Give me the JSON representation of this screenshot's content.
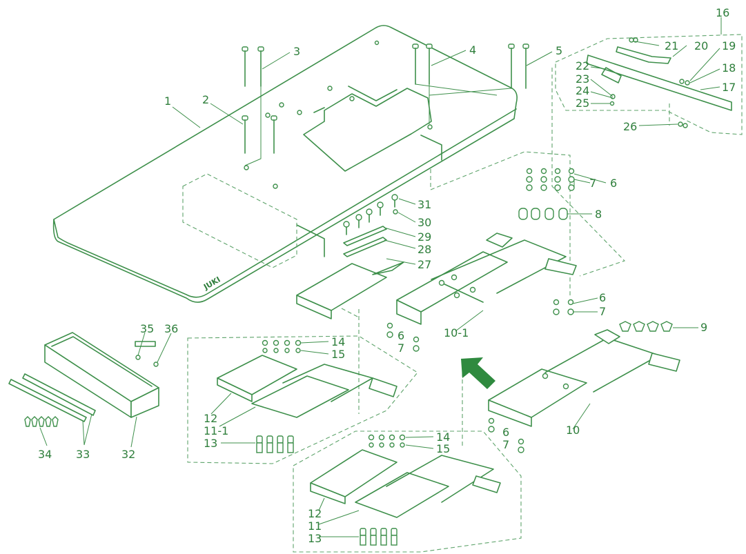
{
  "brand": "JUKI",
  "arrow_color": "#2f8a3f",
  "line_color": "#3d8f4a",
  "callouts": {
    "c1": "1",
    "c2": "2",
    "c3": "3",
    "c4": "4",
    "c5": "5",
    "c6a": "6",
    "c6b": "6",
    "c6c": "6",
    "c6d": "6",
    "c7a": "7",
    "c7b": "7",
    "c7c": "7",
    "c7d": "7",
    "c8": "8",
    "c9": "9",
    "c10": "10",
    "c10_1": "10-1",
    "c11": "11",
    "c11_1": "11-1",
    "c12a": "12",
    "c12b": "12",
    "c13a": "13",
    "c13b": "13",
    "c14a": "14",
    "c14b": "14",
    "c15a": "15",
    "c15b": "15",
    "c16": "16",
    "c17": "17",
    "c18": "18",
    "c19": "19",
    "c20": "20",
    "c21": "21",
    "c22": "22",
    "c23": "23",
    "c24": "24",
    "c25": "25",
    "c26": "26",
    "c27": "27",
    "c28": "28",
    "c29": "29",
    "c30": "30",
    "c31": "31",
    "c32": "32",
    "c33": "33",
    "c34": "34",
    "c35": "35",
    "c36": "36"
  }
}
